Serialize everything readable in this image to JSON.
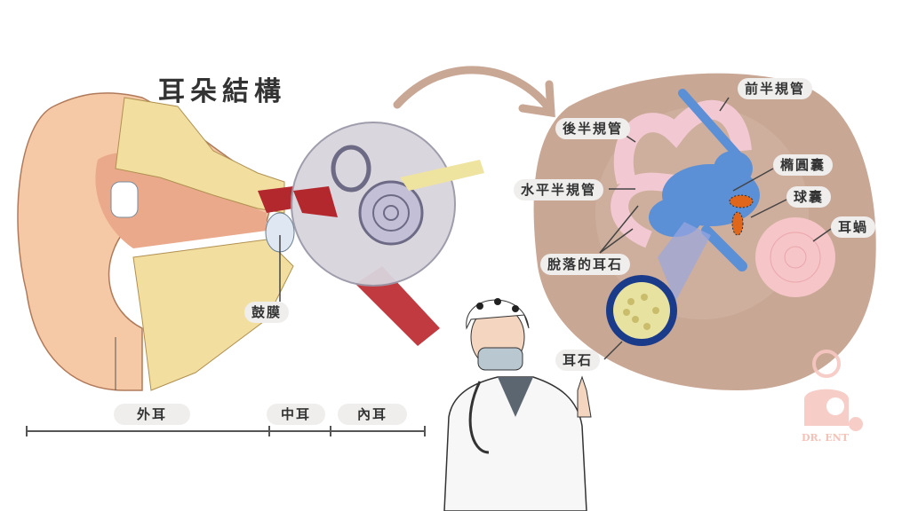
{
  "title": "耳朵結構",
  "labels": {
    "eardrum": "鼓膜",
    "outer_ear": "外耳",
    "middle_ear": "中耳",
    "inner_ear": "內耳",
    "anterior_canal": "前半規管",
    "posterior_canal": "後半規管",
    "horizontal_canal": "水平半規管",
    "utricle": "橢圓囊",
    "saccule": "球囊",
    "cochlea": "耳蝸",
    "dislodged_otoliths": "脫落的耳石",
    "otoliths": "耳石"
  },
  "logo": "DR. ENT",
  "colors": {
    "background_blob": "#c9a795",
    "canal": "#f2c9d2",
    "vestibule": "#5b8fd6",
    "otolith_patch": "#e0661c",
    "skin": "#f3c9a8",
    "bone": "#f2dfa0"
  }
}
